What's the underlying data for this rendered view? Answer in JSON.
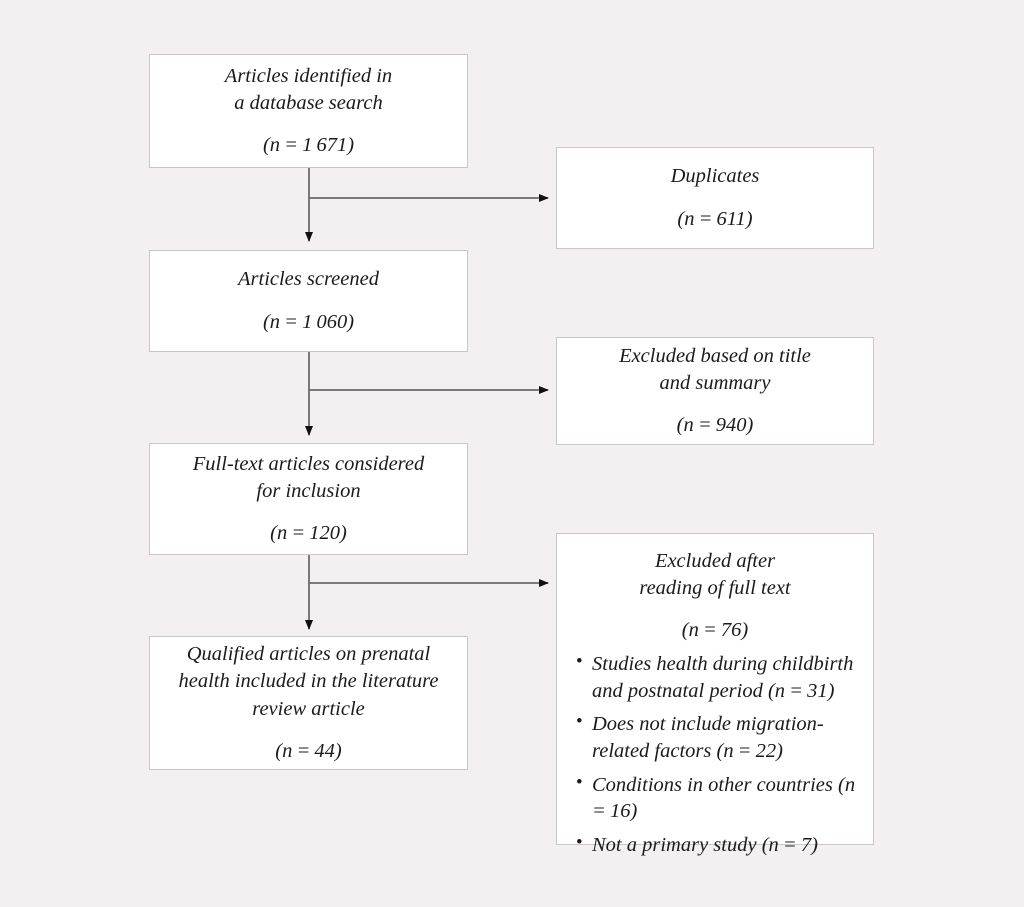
{
  "diagram": {
    "type": "prisma-flow-diagram",
    "background_color": "#f4f0f1",
    "box_fill": "#ffffff",
    "box_border_color": "#c9c6c7",
    "connector_color": "#6e6a6b",
    "arrowhead_color": "#111111",
    "nodes": {
      "identified": {
        "line1": "Articles identified in",
        "line2": "a database search",
        "count": "(n = 1 671)"
      },
      "duplicates": {
        "line1": "Duplicates",
        "count": "(n = 611)"
      },
      "screened": {
        "line1": "Articles screened",
        "count": "(n = 1 060)"
      },
      "excluded_title": {
        "line1": "Excluded based on title",
        "line2": "and summary",
        "count": "(n = 940)"
      },
      "fulltext": {
        "line1": "Full-text articles considered",
        "line2": "for inclusion",
        "count": "(n = 120)"
      },
      "excluded_fulltext": {
        "line1": "Excluded after",
        "line2": "reading of full text",
        "count": "(n = 76)",
        "reasons": [
          "Studies health during childbirth and postnatal period (n = 31)",
          "Does not include migration-related factors (n = 22)",
          "Conditions in other countries (n = 16)",
          "Not a primary study (n = 7)"
        ]
      },
      "qualified": {
        "line1": "Qualified articles on prenatal",
        "line2": "health included in the literature",
        "line3": "review article",
        "count": "(n = 44)"
      }
    }
  }
}
